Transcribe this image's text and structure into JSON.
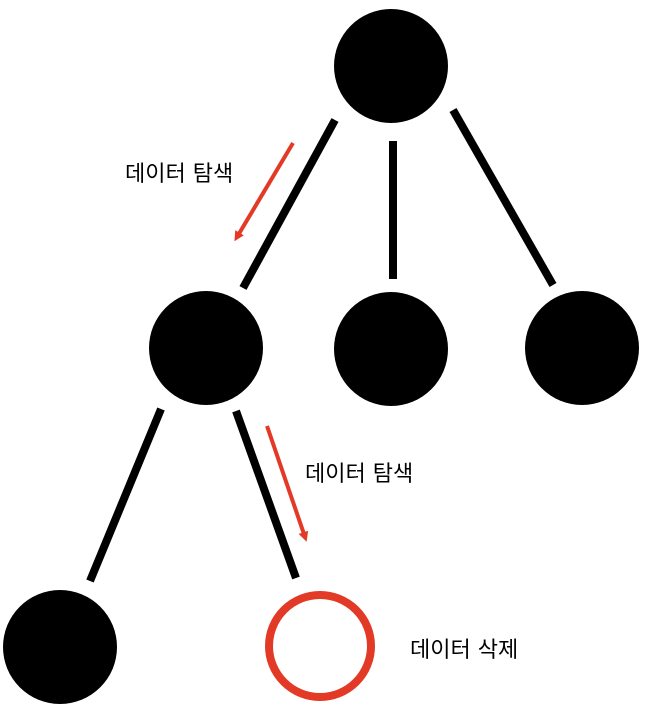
{
  "colors": {
    "node_fill": "#000000",
    "edge": "#000000",
    "highlight": "#e23a26",
    "label_text": "#000000",
    "background": "#ffffff"
  },
  "labels": {
    "traverse_1": "데이터 탐색",
    "traverse_2": "데이터 탐색",
    "delete": "데이터 삭제"
  },
  "tree": {
    "root": "filled",
    "level_1": [
      "filled",
      "filled",
      "filled"
    ],
    "level_2": [
      "filled",
      "deleted"
    ]
  }
}
